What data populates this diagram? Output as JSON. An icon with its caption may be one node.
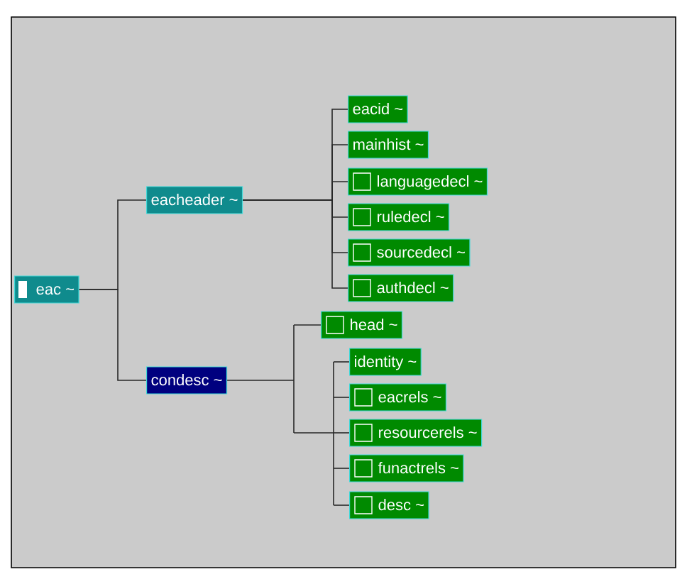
{
  "diagram": {
    "nodes": [
      {
        "text": [
          "eac ~"
        ]
      },
      {
        "text": [
          "eacheader ~"
        ]
      },
      {
        "text": [
          "condesc ~"
        ]
      },
      {
        "text": [
          "eacid ~"
        ]
      },
      {
        "text": [
          "mainhist ~"
        ]
      },
      {
        "text": [
          "languagedecl ~"
        ]
      },
      {
        "text": [
          "ruledecl ~"
        ]
      },
      {
        "text": [
          "sourcedecl ~"
        ]
      },
      {
        "text": [
          "authdecl ~"
        ]
      },
      {
        "text": [
          "head ~"
        ]
      },
      {
        "text": [
          "identity ~"
        ]
      },
      {
        "text": [
          "eacrels ~"
        ]
      },
      {
        "text": [
          "resourcerels ~"
        ]
      },
      {
        "text": [
          "funactrels ~"
        ]
      },
      {
        "text": [
          "desc ~"
        ]
      }
    ],
    "edges": [
      {
        "from": 0,
        "to": 1,
        "arrow": "none"
      },
      {
        "from": 0,
        "to": 2,
        "arrow": "none"
      },
      {
        "from": 1,
        "to": 3,
        "arrow": "none"
      },
      {
        "from": 1,
        "to": 4,
        "arrow": "none"
      },
      {
        "from": 1,
        "to": 5,
        "arrow": "none"
      },
      {
        "from": 1,
        "to": 6,
        "arrow": "none"
      },
      {
        "from": 1,
        "to": 7,
        "arrow": "none"
      },
      {
        "from": 1,
        "to": 8,
        "arrow": "none"
      },
      {
        "from": 2,
        "to": 9,
        "arrow": "none"
      },
      {
        "from": 2,
        "to": 10,
        "arrow": "none"
      },
      {
        "from": 2,
        "to": 11,
        "arrow": "none"
      },
      {
        "from": 2,
        "to": 12,
        "arrow": "none"
      },
      {
        "from": 2,
        "to": 13,
        "arrow": "none"
      },
      {
        "from": 2,
        "to": 14,
        "arrow": "none"
      }
    ]
  }
}
